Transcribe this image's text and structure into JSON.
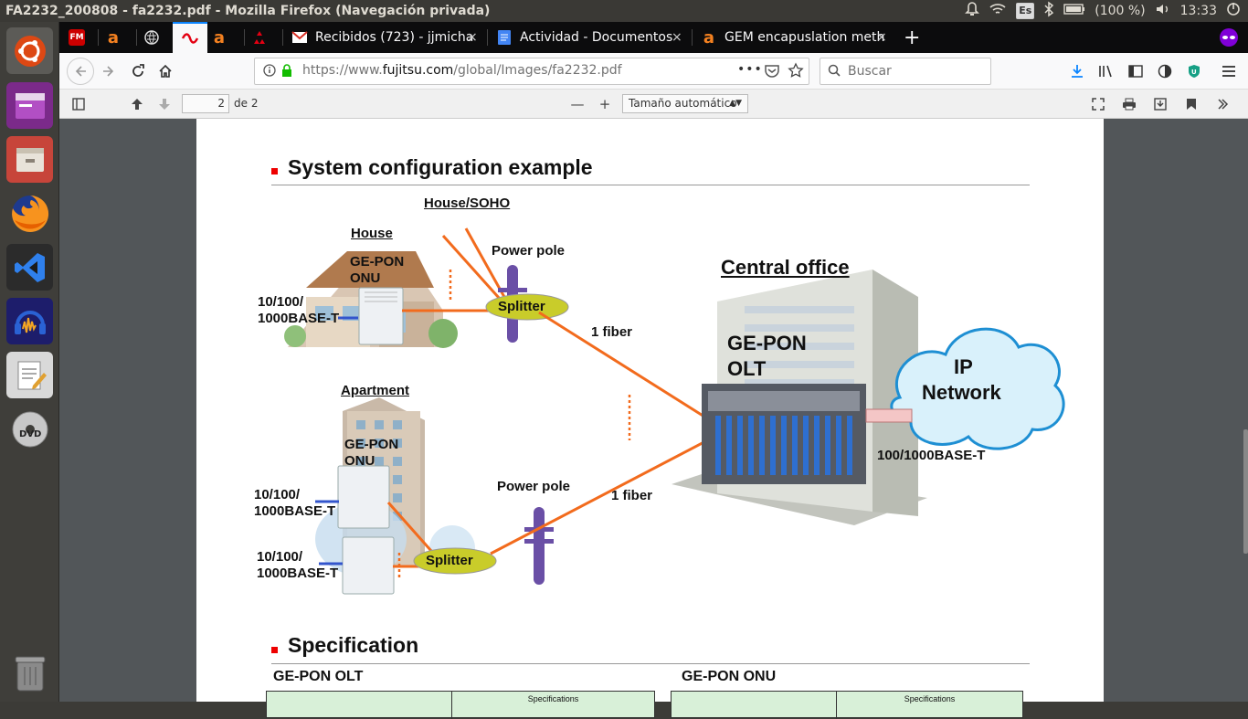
{
  "top_panel": {
    "window_title": "FA2232_200808 - fa2232.pdf - Mozilla Firefox (Navegación privada)",
    "keyboard_layout": "Es",
    "battery": "(100 %)",
    "clock": "13:33"
  },
  "launcher": {
    "items": [
      "ubuntu-dash-icon",
      "purple-app-icon",
      "files-icon",
      "firefox-icon",
      "vscode-icon",
      "audacity-icon",
      "text-editor-icon",
      "dvd-icon",
      "trash-icon"
    ]
  },
  "tabs": [
    {
      "label": "Recibidos (723) - jjmicha",
      "close": "×"
    },
    {
      "label": "Actividad - Documentos",
      "close": "×"
    },
    {
      "label": "GEM encapuslation meth",
      "close": "×"
    }
  ],
  "tab_new": "+",
  "navbar": {
    "url_prefix": "https://www.",
    "url_domain": "fujitsu.com",
    "url_suffix": "/global/Images/fa2232.pdf",
    "more": "•••",
    "search_placeholder": "Buscar"
  },
  "pdf_toolbar": {
    "page_number": "2",
    "page_total": "de 2",
    "zoom_minus": "—",
    "zoom_plus": "+",
    "zoom_label": "Tamaño automático"
  },
  "document": {
    "section1_title": "System configuration example",
    "house_soho": "House/SOHO",
    "house": "House",
    "ge_pon_onu_1": "GE-PON",
    "ge_pon_onu_1b": "ONU",
    "port_1a": "10/100/",
    "port_1b": "1000BASE-T",
    "power_pole_1": "Power pole",
    "splitter_1": "Splitter",
    "fiber_1": "1 fiber",
    "central_office": "Central office",
    "olt_1": "GE-PON",
    "olt_2": "OLT",
    "ip_1": "IP",
    "ip_2": "Network",
    "uplink": "100/1000BASE-T",
    "apartment": "Apartment",
    "ge_pon_onu_2": "GE-PON",
    "ge_pon_onu_2b": "ONU",
    "port_2a": "10/100/",
    "port_2b": "1000BASE-T",
    "port_3a": "10/100/",
    "port_3b": "1000BASE-T",
    "power_pole_2": "Power pole",
    "splitter_2": "Splitter",
    "fiber_2": "1 fiber",
    "section2_title": "Specification",
    "table1_title": "GE-PON  OLT",
    "table2_title": "GE-PON  ONU",
    "table_header": "Specifications"
  }
}
